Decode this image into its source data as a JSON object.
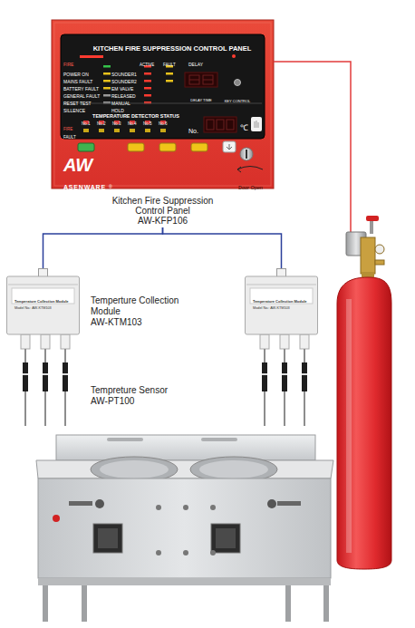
{
  "diagram": {
    "nodes": [
      {
        "text": [
          "KITCHEN FIRE SUPPRESSION CONTROL PANEL",
          "FIRE",
          "POWER ON",
          "MAINS FAULT",
          "BATTERY FAULT",
          "GENERAL FAULT",
          "RESET TEST",
          "SILLENCE",
          "ACTIVE",
          "FAULT",
          "SOUNDER1",
          "SOUNDER2",
          "EM VALVE",
          "RELEASED",
          "MANUAL",
          "HOLD",
          "DELAY",
          "DELAY TIME",
          "KEY CONTROL",
          "TEMPERATURE DETECTOR STATUS",
          "No.1",
          "No.2",
          "No.3",
          "No.4",
          "No.5",
          "No.6",
          "FIRE",
          "FAULT",
          "No.",
          "℃",
          "AW",
          "ASENWARE",
          "®",
          "Door Open",
          "Kitchen Fire Suppression Control Panel",
          "AW-KFP106"
        ]
      },
      {
        "text": [
          "Temperature Collection Module",
          "Model No.: AW-KTM103"
        ]
      },
      {
        "text": [
          "Temperature Collection Module",
          "Model No.: AW-KTM103"
        ]
      }
    ],
    "edges": [
      {
        "from": 0,
        "to": 1,
        "arrow": "none"
      },
      {
        "from": 0,
        "to": 2,
        "arrow": "none"
      }
    ],
    "labels": [
      "Temperture Collection Module",
      "AW-KTM103",
      "Tempreture Sensor",
      "AW-PT100"
    ]
  }
}
